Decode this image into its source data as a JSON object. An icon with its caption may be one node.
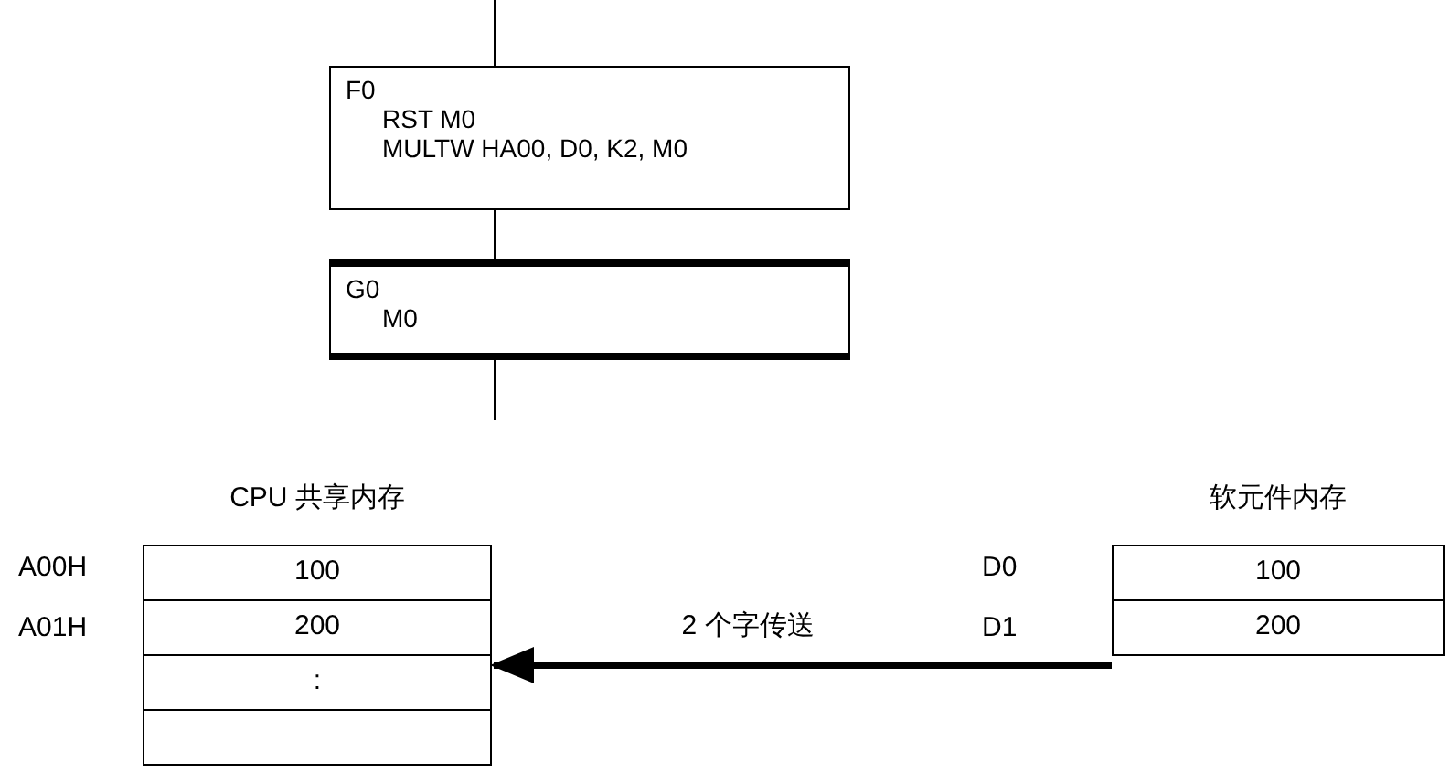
{
  "diagram": {
    "nodes": [
      {
        "text": [
          "F0",
          "RST M0",
          "MULTW HA00, D0, K2, M0"
        ]
      },
      {
        "text": [
          "G0",
          "M0"
        ]
      },
      {
        "text": [
          "CPU 共享内存"
        ]
      },
      {
        "text": [
          "100"
        ],
        "in": 2
      },
      {
        "text": [
          "200"
        ],
        "in": 2
      },
      {
        "text": [
          ":"
        ],
        "in": 2
      },
      {
        "text": [],
        "shape": "box",
        "in": 2
      },
      {
        "text": [
          "软元件内存"
        ]
      },
      {
        "text": [
          "100"
        ],
        "in": 7
      },
      {
        "text": [
          "200"
        ],
        "in": 7
      }
    ],
    "edges": [
      {
        "from": null,
        "to": 0,
        "arrow": "none"
      },
      {
        "from": 0,
        "to": 1,
        "arrow": "none"
      },
      {
        "from": 1,
        "to": null,
        "arrow": "none"
      },
      {
        "from": 7,
        "to": 2,
        "arrow": "to",
        "label": "2 个字传送",
        "style": "thick"
      }
    ],
    "labels": [
      "A00H",
      "A01H",
      "D0",
      "D1"
    ]
  }
}
